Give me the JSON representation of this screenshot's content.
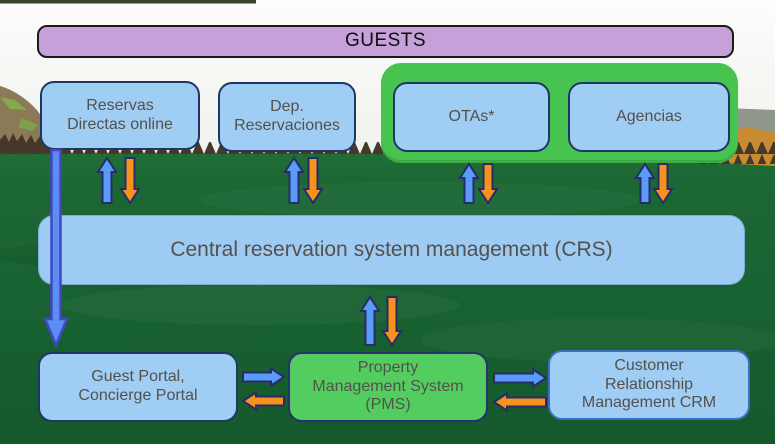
{
  "nodes": {
    "guests": {
      "label": "GUESTS"
    },
    "top_row": [
      {
        "id": "reservas",
        "label": "Reservas\nDirectas online"
      },
      {
        "id": "dep",
        "label": "Dep.\nReservaciones"
      },
      {
        "id": "otas",
        "label": "OTAs*"
      },
      {
        "id": "agencias",
        "label": "Agencias"
      }
    ],
    "crs": {
      "label": "Central reservation system management (CRS)"
    },
    "bottom_row": [
      {
        "id": "guest-portal",
        "label": "Guest Portal,\nConcierge Portal"
      },
      {
        "id": "pms",
        "label": "Property\nManagement System\n(PMS)"
      },
      {
        "id": "crm",
        "label": "Customer\nRelationship\nManagement CRM"
      }
    ]
  },
  "connections": [
    {
      "between": [
        "Reservas Directas online",
        "CRS"
      ],
      "type": "bidirectional-blue-orange"
    },
    {
      "between": [
        "Dep. Reservaciones",
        "CRS"
      ],
      "type": "bidirectional-blue-orange"
    },
    {
      "between": [
        "OTAs*",
        "CRS"
      ],
      "type": "bidirectional-blue-orange"
    },
    {
      "between": [
        "Agencias",
        "CRS"
      ],
      "type": "bidirectional-blue-orange"
    },
    {
      "between": [
        "CRS",
        "Property Management System (PMS)"
      ],
      "type": "bidirectional-blue-orange"
    },
    {
      "between": [
        "Reservas Directas online",
        "Guest Portal, Concierge Portal"
      ],
      "type": "one-way-blue-down"
    },
    {
      "between": [
        "Guest Portal, Concierge Portal",
        "Property Management System (PMS)"
      ],
      "type": "bidirectional-blue-orange"
    },
    {
      "between": [
        "Property Management System (PMS)",
        "Customer Relationship Management CRM"
      ],
      "type": "bidirectional-blue-orange"
    }
  ],
  "colors": {
    "text": "#54514a",
    "box_blue": "#a0cdf4",
    "box_border": "#1e3765",
    "crs_blue": "#9dcbf4",
    "purple": "#c6a1d9",
    "purple_border": "#1a1a1a",
    "green_container": "#47c44f",
    "green_pms": "#53cd60",
    "pms_border": "#2c2f6e",
    "crm_border": "#3e6ec2",
    "arrow_blue": "#5b9bf8",
    "arrow_orange": "#f7921e",
    "arrow_outline": "#272b6a",
    "long_arrow_blue": "#5b8ef2",
    "long_arrow_outline": "#4446c4",
    "field_green": "#186231"
  }
}
